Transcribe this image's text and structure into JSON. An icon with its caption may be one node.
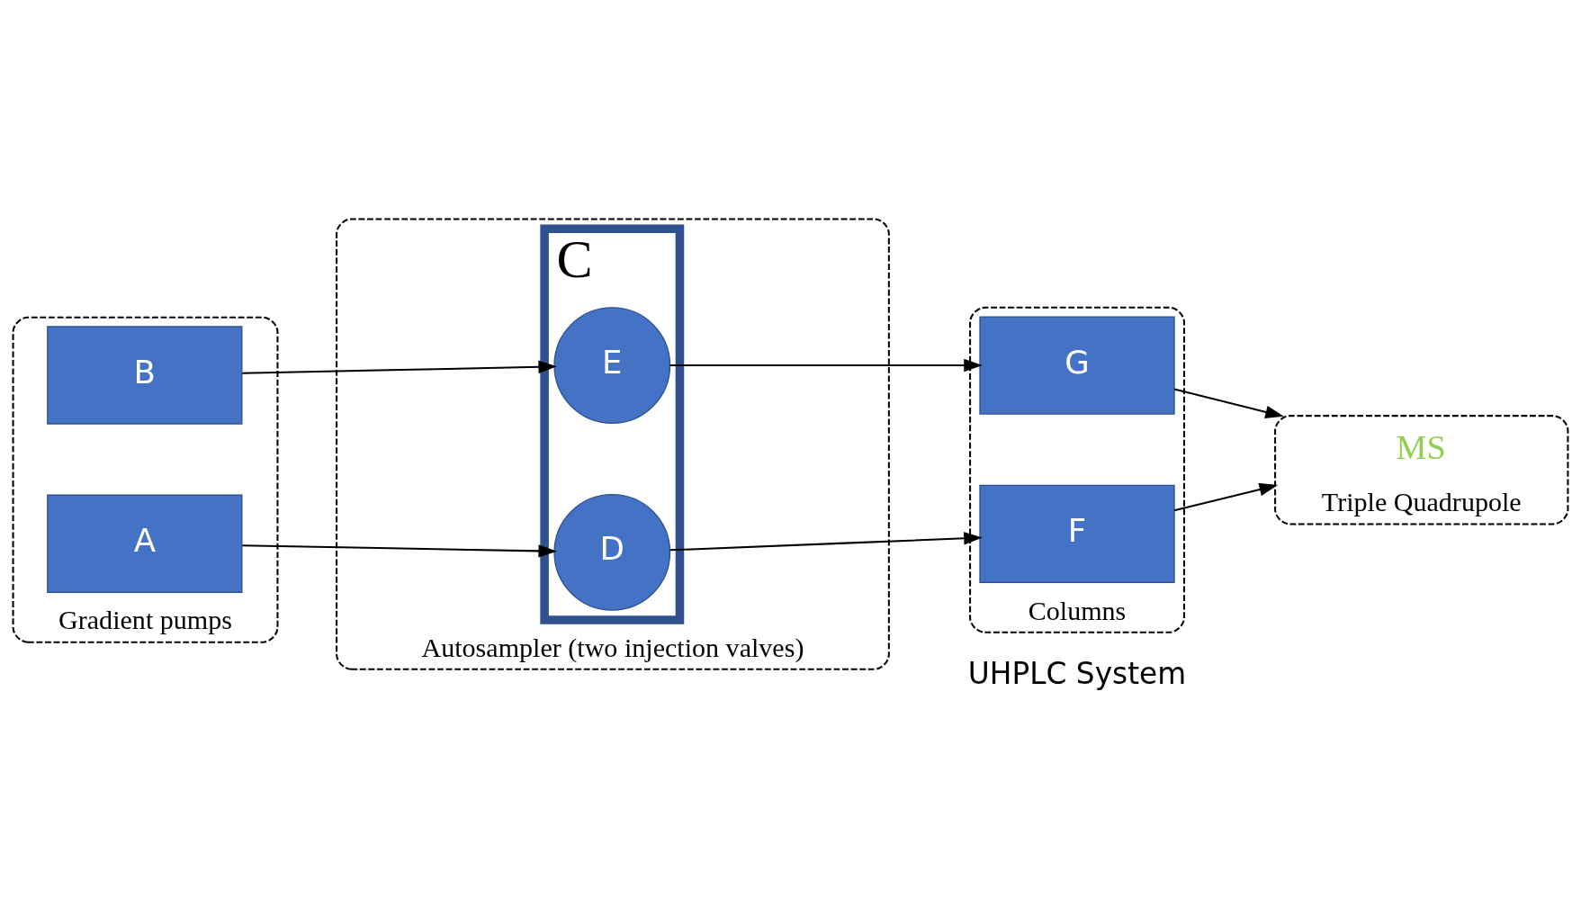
{
  "diagram": {
    "nodes": [
      {
        "text": [
          "Gradient pumps"
        ]
      },
      {
        "text": [
          "A"
        ],
        "in": 0
      },
      {
        "text": [
          "B"
        ],
        "in": 0
      },
      {
        "text": [
          "Autosampler (two injection valves)"
        ]
      },
      {
        "text": [
          "C"
        ],
        "in": 3
      },
      {
        "text": [
          "D"
        ],
        "in": 4
      },
      {
        "text": [
          "E"
        ],
        "in": 4
      },
      {
        "text": [
          "Columns"
        ]
      },
      {
        "text": [
          "F"
        ],
        "in": 7
      },
      {
        "text": [
          "G"
        ],
        "in": 7
      },
      {
        "text": [
          "Triple Quadrupole"
        ]
      },
      {
        "text": [
          "MS"
        ],
        "in": 10
      }
    ],
    "edges": [
      {
        "from": 1,
        "to": 5,
        "arrow": "to"
      },
      {
        "from": 2,
        "to": 6,
        "arrow": "to"
      },
      {
        "from": 5,
        "to": 8,
        "arrow": "to"
      },
      {
        "from": 6,
        "to": 9,
        "arrow": "to"
      },
      {
        "from": 8,
        "to": 10,
        "arrow": "to"
      },
      {
        "from": 9,
        "to": 10,
        "arrow": "to"
      }
    ],
    "labels": [
      "UHPLC System"
    ]
  }
}
